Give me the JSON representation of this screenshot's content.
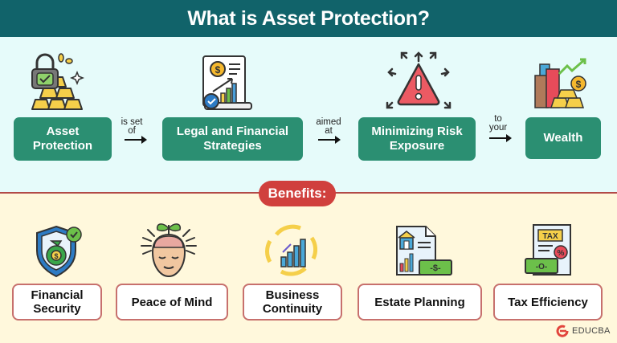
{
  "header": {
    "title": "What is Asset Protection?"
  },
  "flow": {
    "nodes": [
      {
        "label": "Asset Protection",
        "icon": "gold-bars-lock-icon"
      },
      {
        "label": "Legal and Financial Strategies",
        "icon": "financial-document-icon"
      },
      {
        "label": "Minimizing Risk Exposure",
        "icon": "warning-triangle-icon"
      },
      {
        "label": "Wealth",
        "icon": "wealth-buildings-icon"
      }
    ],
    "connectors": [
      {
        "line1": "is set",
        "line2": "of"
      },
      {
        "line1": "aimed",
        "line2": "at"
      },
      {
        "line1": "to",
        "line2": "your"
      }
    ]
  },
  "benefits": {
    "title": "Benefits:",
    "items": [
      {
        "label": "Financial Security",
        "icon": "shield-money-bag-icon"
      },
      {
        "label": "Peace of Mind",
        "icon": "calm-head-plant-icon"
      },
      {
        "label": "Business Continuity",
        "icon": "cycle-chart-icon"
      },
      {
        "label": "Estate Planning",
        "icon": "house-document-cash-icon"
      },
      {
        "label": "Tax Efficiency",
        "icon": "tax-document-icon"
      }
    ]
  },
  "colors": {
    "header_bg": "#11636a",
    "top_bg": "#e6fbfa",
    "bottom_bg": "#fff8dc",
    "green_box": "#2b8f72",
    "benefits_pill": "#d0403d",
    "box_border": "#c7706d"
  },
  "branding": {
    "logo_text": "EDUCBA"
  }
}
